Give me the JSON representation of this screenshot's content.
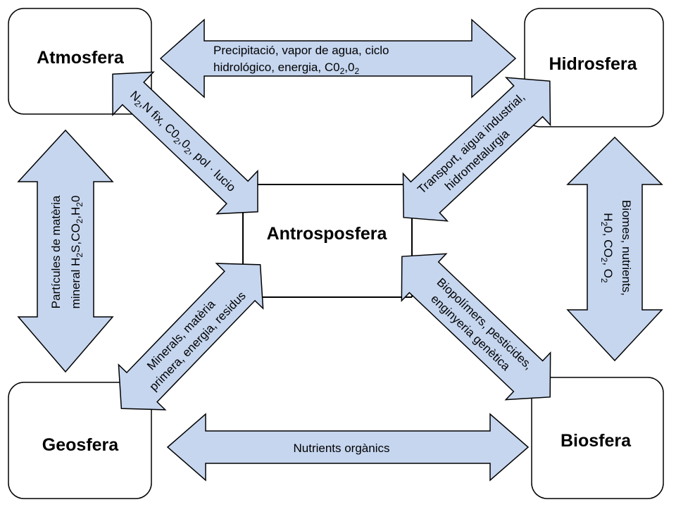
{
  "spheres": {
    "atmosfera": "Atmosfera",
    "hidrosfera": "Hidrosfera",
    "antrosposfera": "Antrosposfera",
    "geosfera": "Geosfera",
    "biosfera": "Biosfera"
  },
  "arrows": {
    "atmos_hidro": {
      "line1": "Precipitació, vapor de agua, ciclo",
      "line2": "hidrológico, energia, C0",
      "s1": "2",
      "t1": ",0",
      "s2": "2"
    },
    "atmos_antro": {
      "p1": "N",
      "s1": "2",
      "p2": ",N fix, C0",
      "s2": "2",
      "p3": ",0",
      "s3": "2",
      "p4": ",  pol · lucio"
    },
    "hidro_antro": {
      "line1": "Transport, aigua industrial,",
      "line2": "hidrometalurgia"
    },
    "atmos_geo": {
      "line1": "Partícules de matèria",
      "line2a": "mineral H",
      "s1": "2",
      "line2b": "S,CO",
      "s2": "2",
      "line2c": ",H",
      "s3": "2",
      "line2d": "0"
    },
    "hidro_bio": {
      "line1": "Biomes, nutrients,",
      "p1": "H",
      "s1": "2",
      "p2": "0, CO",
      "s2": "2",
      "p3": ", O",
      "s3": "2"
    },
    "geo_antro": {
      "line1": "Minerals, matèria",
      "line2": "primera, energia, residus"
    },
    "antro_bio": {
      "line1": "Biopolímers, pesticides,",
      "line2": "enginyeria genètica"
    },
    "geo_bio": {
      "label": "Nutrients orgànics"
    }
  },
  "colors": {
    "arrow_fill": "#c6d6ef",
    "stroke": "#000000"
  }
}
